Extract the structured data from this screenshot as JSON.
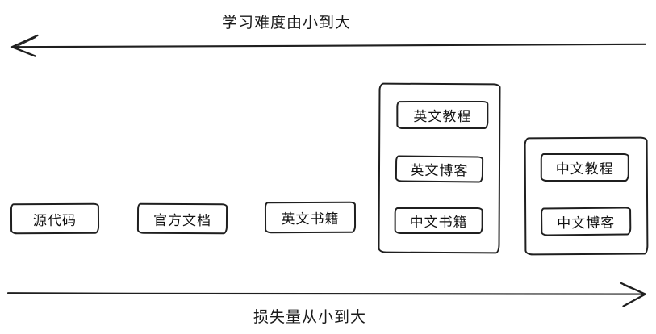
{
  "diagram": {
    "top_axis": {
      "label": "学习难度由小到大",
      "direction": "left"
    },
    "bottom_axis": {
      "label": "损失量从小到大",
      "direction": "right"
    },
    "standalone_boxes": [
      {
        "label": "源代码"
      },
      {
        "label": "官方文档"
      },
      {
        "label": "英文书籍"
      }
    ],
    "groups": [
      {
        "items": [
          {
            "label": "英文教程"
          },
          {
            "label": "英文博客"
          },
          {
            "label": "中文书籍"
          }
        ]
      },
      {
        "items": [
          {
            "label": "中文教程"
          },
          {
            "label": "中文博客"
          }
        ]
      }
    ],
    "colors": {
      "line": "#1f1f1f",
      "text": "#111111",
      "background": "#ffffff"
    }
  }
}
